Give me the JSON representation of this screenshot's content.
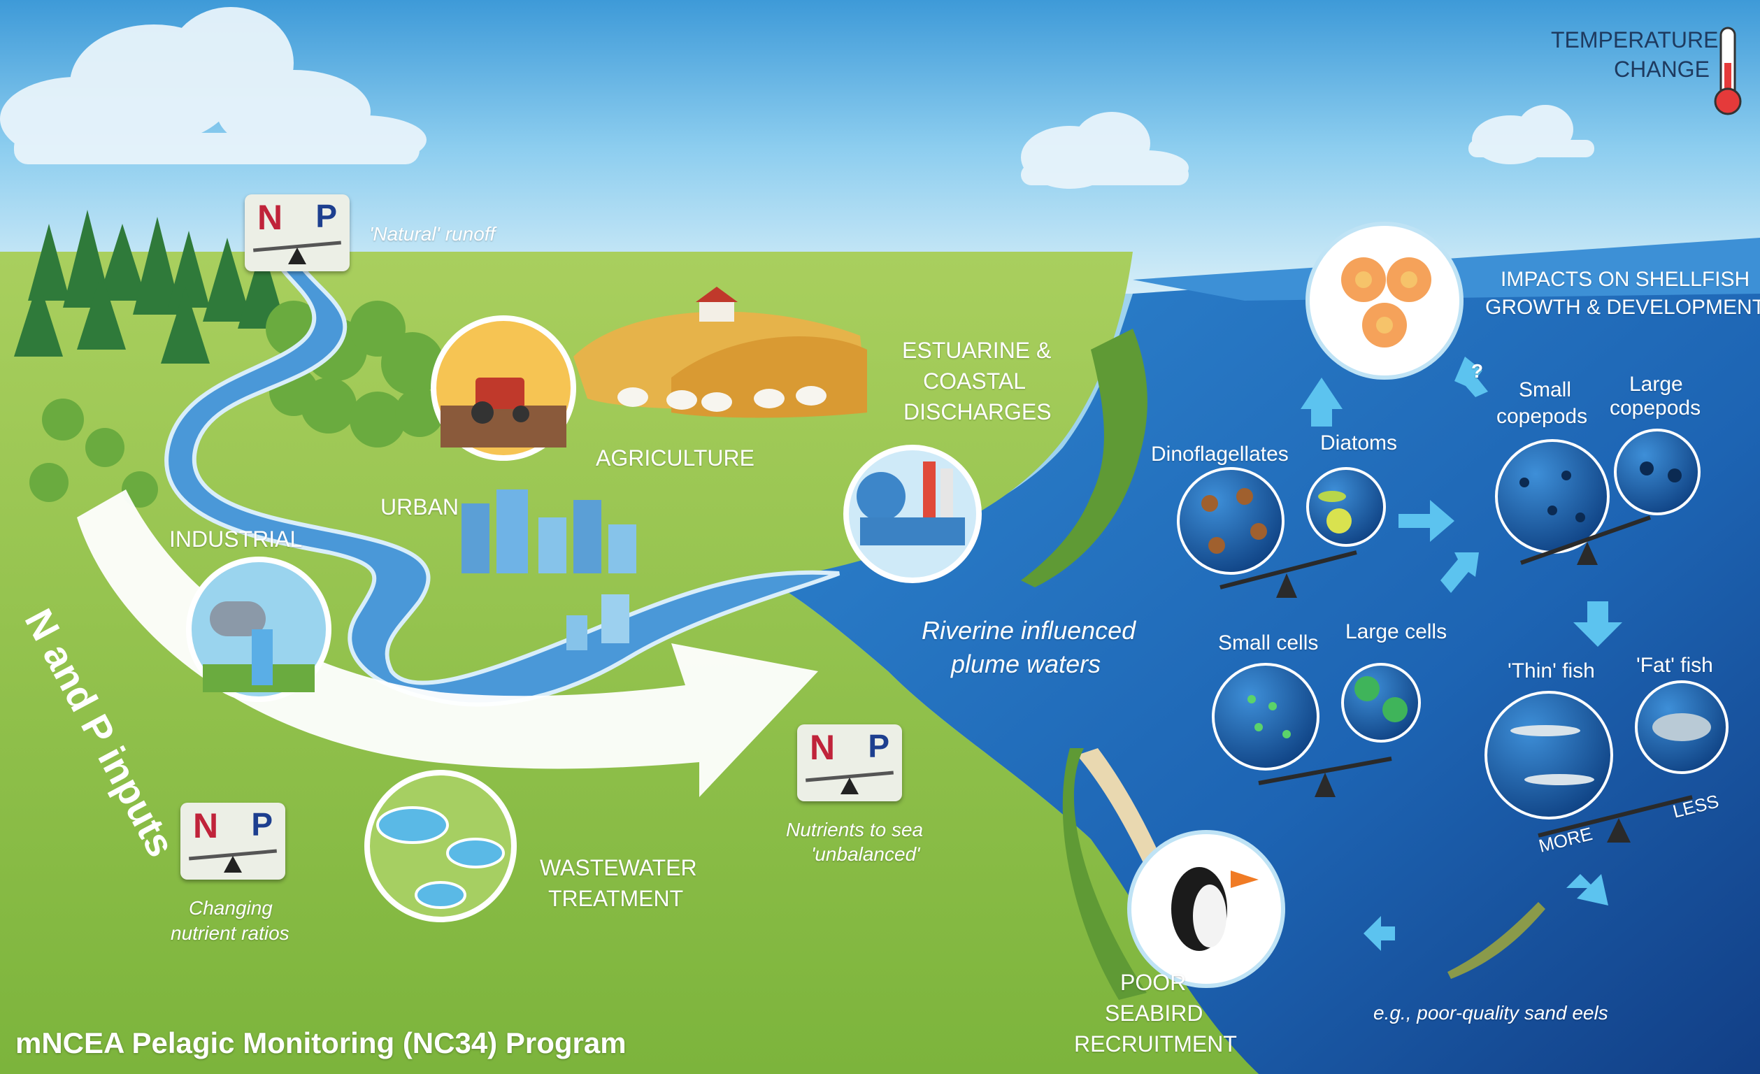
{
  "title": "mNCEA Pelagic Monitoring (NC34) Program",
  "arrow_label": "N and P inputs",
  "np_badge": {
    "n": "N",
    "p": "P"
  },
  "temperature": {
    "line1": "TEMPERATURE",
    "line2": "CHANGE"
  },
  "land_labels": {
    "natural_runoff": "'Natural' runoff",
    "agriculture": "AGRICULTURE",
    "urban": "URBAN",
    "industrial": "INDUSTRIAL",
    "estuarine_l1": "ESTUARINE &",
    "estuarine_l2": "COASTAL",
    "estuarine_l3": "DISCHARGES",
    "wastewater_l1": "WASTEWATER",
    "wastewater_l2": "TREATMENT",
    "changing_l1": "Changing",
    "changing_l2": "nutrient ratios",
    "nutrients_l1": "Nutrients to sea",
    "nutrients_l2": "'unbalanced'"
  },
  "sea_labels": {
    "plume_l1": "Riverine influenced",
    "plume_l2": "plume waters",
    "shellfish_l1": "IMPACTS ON SHELLFISH",
    "shellfish_l2": "GROWTH & DEVELOPMENT",
    "question": "?",
    "dinoflagellates": "Dinoflagellates",
    "diatoms": "Diatoms",
    "small_copepods_l1": "Small",
    "small_copepods_l2": "copepods",
    "large_copepods_l1": "Large",
    "large_copepods_l2": "copepods",
    "small_cells": "Small cells",
    "large_cells": "Large cells",
    "thin_fish": "'Thin' fish",
    "fat_fish": "'Fat' fish",
    "more": "MORE",
    "less": "LESS",
    "sand_eels": "e.g., poor-quality sand eels",
    "seabird_l1": "POOR",
    "seabird_l2": "SEABIRD",
    "seabird_l3": "RECRUITMENT"
  },
  "colors": {
    "sky": "#a9dcf2",
    "land": "#8dbf4a",
    "sea": "#1f6fbf",
    "deep_sea": "#154f9b",
    "river": "#3f8fd1",
    "nitrogen": "#c0233a",
    "phosphorus": "#1d3f8f",
    "flow_arrow": "#5cc3ef"
  }
}
